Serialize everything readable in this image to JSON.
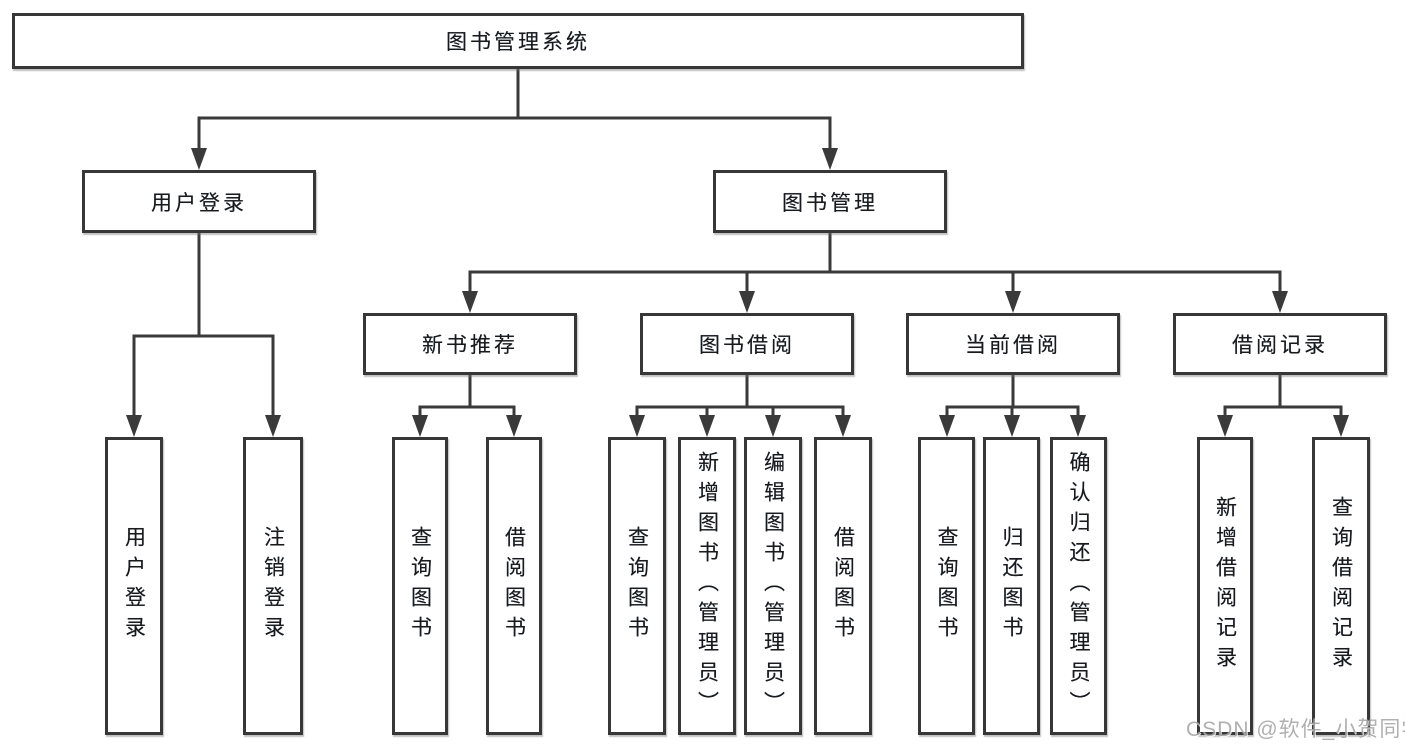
{
  "tree": {
    "label": "图书管理系统",
    "children": [
      {
        "label": "用户登录",
        "children": [
          {
            "label": "用户登录"
          },
          {
            "label": "注销登录"
          }
        ]
      },
      {
        "label": "图书管理",
        "children": [
          {
            "label": "新书推荐",
            "children": [
              {
                "label": "查询图书"
              },
              {
                "label": "借阅图书"
              }
            ]
          },
          {
            "label": "图书借阅",
            "children": [
              {
                "label": "查询图书"
              },
              {
                "label": "新增图书（管理员）"
              },
              {
                "label": "编辑图书（管理员）"
              },
              {
                "label": "借阅图书"
              }
            ]
          },
          {
            "label": "当前借阅",
            "children": [
              {
                "label": "查询图书"
              },
              {
                "label": "归还图书"
              },
              {
                "label": "确认归还（管理员）"
              }
            ]
          },
          {
            "label": "借阅记录",
            "children": [
              {
                "label": "新增借阅记录"
              },
              {
                "label": "查询借阅记录"
              }
            ]
          }
        ]
      }
    ]
  },
  "watermark": {
    "text": "CSDN @软件_小贺同学"
  },
  "colors": {
    "line": "#3a3a3a",
    "border": "#373737",
    "text": "#1a1a1a",
    "watermark": "#a6a6a6",
    "background": "#ffffff"
  }
}
